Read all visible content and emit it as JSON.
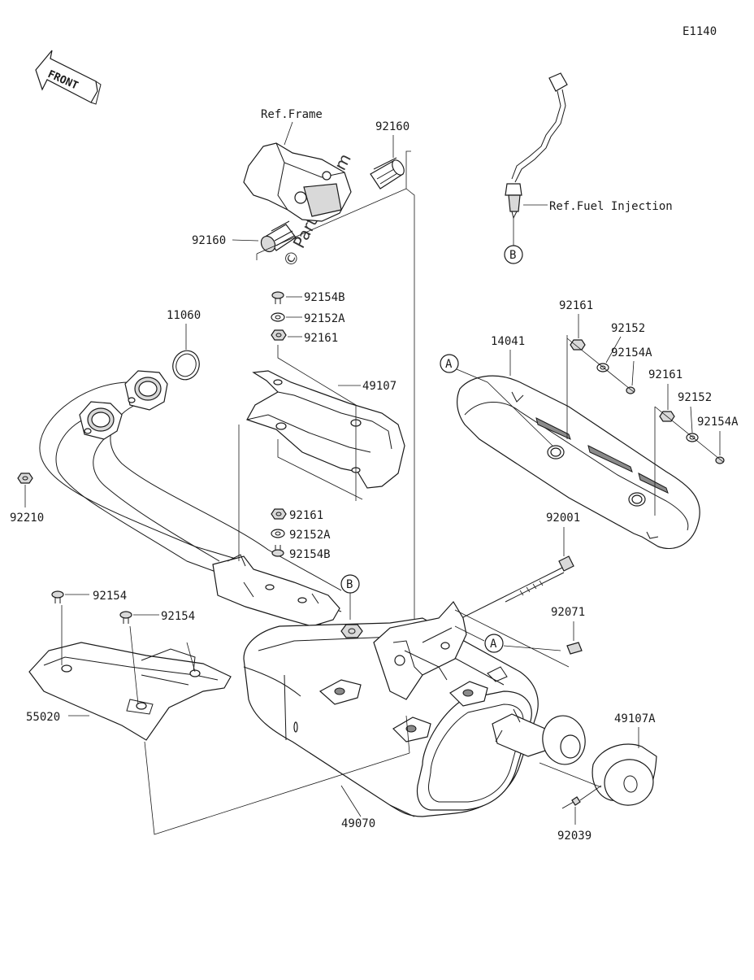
{
  "diagram_code": "E1140",
  "front_label": "FRONT",
  "watermark": "© Partzilla.com",
  "ref_frame": "Ref.Frame",
  "ref_fuel_injection": "Ref.Fuel Injection",
  "markers": {
    "a1": "A",
    "a2": "A",
    "b1": "B",
    "b2": "B"
  },
  "parts": {
    "p92160_top": "92160",
    "p92160_left": "92160",
    "p92154B_top": "92154B",
    "p92152A_top": "92152A",
    "p92161_top": "92161",
    "p11060": "11060",
    "p49107": "49107",
    "p92210": "92210",
    "p92161_mid": "92161",
    "p92152A_mid": "92152A",
    "p92154B_mid": "92154B",
    "p92161_r1": "92161",
    "p92152_r1": "92152",
    "p92154A_r1": "92154A",
    "p14041": "14041",
    "p92161_r2": "92161",
    "p92152_r2": "92152",
    "p92154A_r2": "92154A",
    "p92001": "92001",
    "p92154_a": "92154",
    "p92154_b": "92154",
    "p92071": "92071",
    "p55020": "55020",
    "p49107A": "49107A",
    "p49070": "49070",
    "p92039": "92039"
  }
}
